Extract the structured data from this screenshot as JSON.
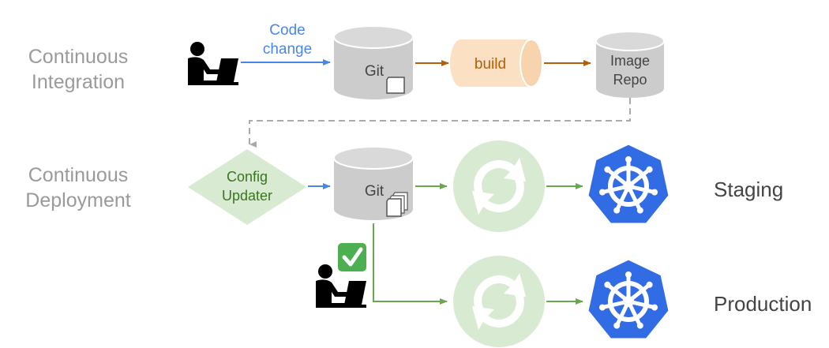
{
  "stages": {
    "ci_label": [
      "Continuous",
      "Integration"
    ],
    "cd_label": [
      "Continuous",
      "Deployment"
    ]
  },
  "nodes": {
    "code_change": [
      "Code",
      "change"
    ],
    "git": "Git",
    "build": "build",
    "image_repo": [
      "Image",
      "Repo"
    ],
    "config_updater": [
      "Config",
      "Updater"
    ],
    "git_cd": "Git"
  },
  "environments": {
    "staging": "Staging",
    "production": "Production"
  },
  "icons": [
    "developer-icon",
    "document-icon",
    "documents-icon",
    "sync-icon",
    "kubernetes-icon",
    "checkmark-icon"
  ],
  "colors": {
    "blue_arrow": "#4a86e8",
    "build_fill": "#fbe0c4",
    "build_arrow": "#b45f06",
    "cylinder": "#cccccc",
    "green": "#6aa84f",
    "config_fill": "#d9ead3",
    "sync_fill": "#d9ead3",
    "k8s": "#326ce5",
    "check": "#4caf50"
  }
}
